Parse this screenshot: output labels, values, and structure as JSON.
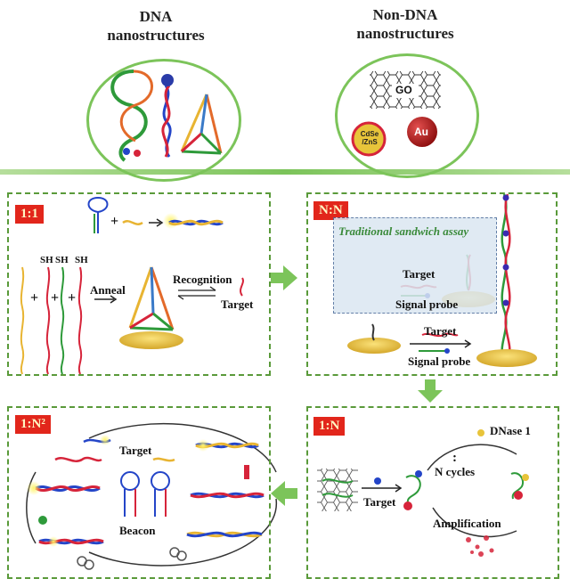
{
  "top": {
    "dna_title": "DNA\nnanostructures",
    "nondna_title": "Non-DNA\nnanostructures",
    "go_label": "GO",
    "qd_label": "CdSe\n/ZnS",
    "au_label": "Au"
  },
  "panels": {
    "p11": {
      "tag": "1:1",
      "anneal": "Anneal",
      "recognition": "Recognition",
      "target": "Target",
      "sh": [
        "SH",
        "SH",
        "SH"
      ]
    },
    "pnn": {
      "tag": "N:N",
      "sandwich": "Traditional sandwich assay",
      "target": "Target",
      "signal_probe": "Signal probe",
      "target2": "Target",
      "signal_probe2": "Signal probe"
    },
    "p1n": {
      "tag": "1:N",
      "dnase": "DNase 1",
      "colon": ":",
      "cycles": "N cycles",
      "amplification": "Amplification",
      "target": "Target"
    },
    "p1n2": {
      "tag": "1:N²",
      "target": "Target",
      "beacon": "Beacon"
    }
  },
  "colors": {
    "accent_green": "#7cc45a",
    "tag_red": "#e2261b",
    "gold": "#e8c43a"
  }
}
